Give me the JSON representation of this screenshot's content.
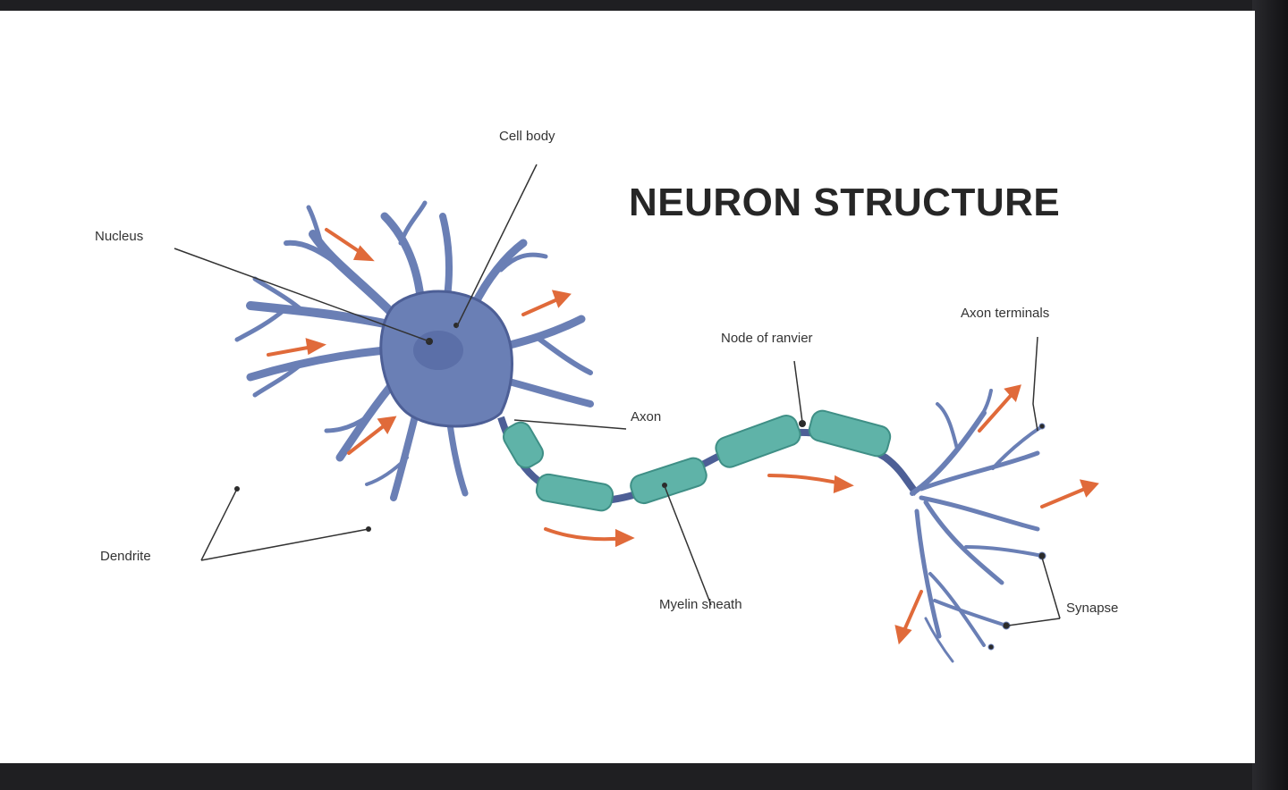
{
  "title": "NEURON STRUCTURE",
  "labels": {
    "cell_body": "Cell body",
    "nucleus": "Nucleus",
    "axon_terminals": "Axon terminals",
    "node_of_ranvier": "Node of ranvier",
    "axon": "Axon",
    "dendrite": "Dendrite",
    "myelin_sheath": "Myelin sheath",
    "synapse": "Synapse"
  },
  "colors": {
    "neuron": "#6a7fb5",
    "neuron_dark": "#4d5f96",
    "myelin": "#5fb3a8",
    "myelin_dark": "#3f8f86",
    "arrow": "#e06a3a",
    "leader_line": "#333333",
    "background": "#ffffff"
  }
}
